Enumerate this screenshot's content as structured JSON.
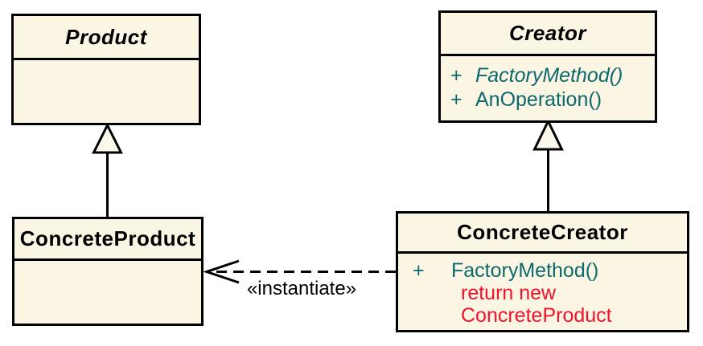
{
  "colors": {
    "box_fill": "#FBF6E3",
    "triangle_fill": "#FCF8EB",
    "border": "#000000",
    "method_text": "#0D686D",
    "note_text": "#F5112B",
    "title_text": "#000000",
    "background": "#FFFFFF"
  },
  "classes": {
    "product": {
      "name": "Product"
    },
    "creator": {
      "name": "Creator",
      "methods": [
        {
          "visibility": "+",
          "label": "FactoryMethod()"
        },
        {
          "visibility": "+",
          "label": "AnOperation()"
        }
      ]
    },
    "concreteProduct": {
      "name": "ConcreteProduct"
    },
    "concreteCreator": {
      "name": "ConcreteCreator",
      "methods": [
        {
          "visibility": "+",
          "label": "FactoryMethod()"
        }
      ],
      "note_lines": [
        "return new",
        "ConcreteProduct"
      ]
    }
  },
  "labels": {
    "instantiate": "«instantiate»"
  }
}
